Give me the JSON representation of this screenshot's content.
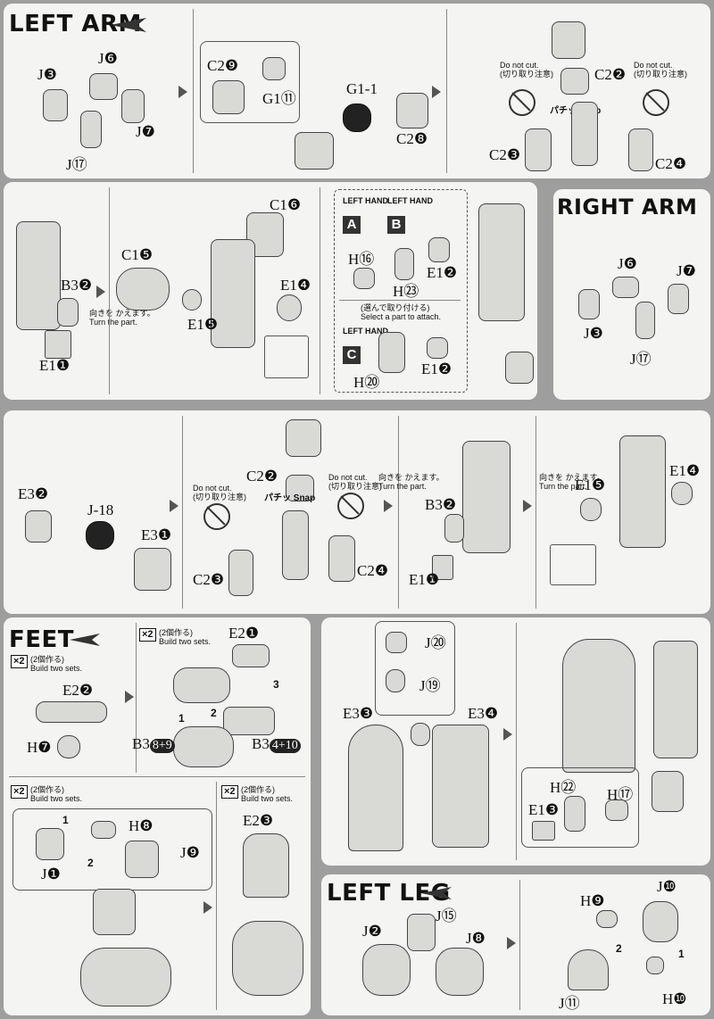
{
  "left_arm": {
    "title": "LEFT ARM",
    "step1": {
      "l1": "J❸",
      "l2": "J❻",
      "l3": "J❼",
      "l4": "J⑰"
    },
    "step2": {
      "l1": "C2❾",
      "l2": "G1⑪",
      "l3": "G1-1",
      "l4": "C2❽"
    },
    "step3": {
      "l1": "C2❷",
      "l2": "C2❸",
      "l3": "C2❹",
      "nocut_en": "Do not cut.",
      "nocut_jp": "(切り取り注意)",
      "snap": "パチッ Snap"
    },
    "step4": {
      "l1": "B3❷",
      "l2": "E1❶",
      "turn_jp": "向きを かえます。",
      "turn_en": "Turn the part."
    },
    "step5": {
      "l1": "C1❻",
      "l2": "C1❺",
      "l3": "E1❺",
      "l4": "E1❹"
    },
    "step6": {
      "hand_a": "LEFT HAND",
      "a": "A",
      "hand_b": "LEFT HAND",
      "b": "B",
      "hand_c": "LEFT HAND",
      "c": "C",
      "l1": "H⑯",
      "l2": "E1❷",
      "l3": "H㉓",
      "l4": "H⑳",
      "l5": "E1❷",
      "select_jp": "(選んで取り付ける)",
      "select_en": "Select a part to attach."
    }
  },
  "right_arm": {
    "title": "RIGHT ARM",
    "l1": "J❻",
    "l2": "J❼",
    "l3": "J❸",
    "l4": "J⑰",
    "step2": {
      "l1": "E3❷",
      "l2": "J-18",
      "l3": "E3❶"
    },
    "step3": {
      "l1": "C2❷",
      "l2": "C2❸",
      "l3": "C2❹",
      "nocut_en": "Do not cut.",
      "nocut_jp": "(切り取り注意)",
      "snap": "パチッ Snap"
    },
    "step4": {
      "l1": "B3❷",
      "l2": "E1❶",
      "turn_jp": "向きを かえます。",
      "turn_en": "Turn the part."
    },
    "step5": {
      "l1": "E1❺",
      "l2": "E1❹",
      "turn_jp": "向きを かえます。",
      "turn_en": "Turn the part."
    }
  },
  "feet": {
    "title": "FEET",
    "x2": "×2",
    "build_jp": "(2個作る)",
    "build_en": "Build two sets.",
    "s1": {
      "l1": "E2❷",
      "l2": "H❼"
    },
    "s2": {
      "l1": "E2❶",
      "l2": "B3",
      "l2b": "8+9",
      "l3": "B3",
      "l3b": "4+10",
      "n1": "1",
      "n2": "2",
      "n3": "3"
    },
    "s3": {
      "l1": "H❽",
      "l2": "J❾",
      "l3": "J❶",
      "n1": "1",
      "n2": "2"
    },
    "s4": {
      "l1": "E2❸"
    }
  },
  "leg_upper": {
    "l1": "J⑳",
    "l2": "J⑲",
    "l3": "E3❸",
    "l4": "E3❹",
    "l5": "H㉒",
    "l6": "H⑰",
    "l7": "E1❸"
  },
  "left_leg": {
    "title": "LEFT LEG",
    "l1": "J❷",
    "l2": "J⑮",
    "l3": "J❽",
    "l4": "H❾",
    "l5": "J❿",
    "l6": "J⑪",
    "l7": "H❿",
    "n1": "1",
    "n2": "2"
  }
}
